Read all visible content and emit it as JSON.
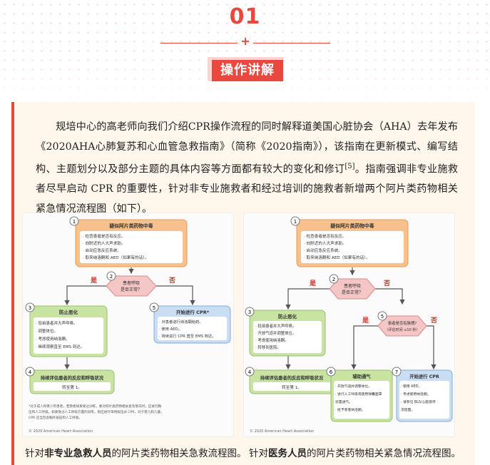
{
  "section": {
    "number": "01",
    "plus": "+",
    "title": "操作讲解"
  },
  "intro": {
    "part1": "规培中心的高老师向我们介绍CPR操作流程的同时解释道美国心脏协会（AHA）去年发布《2020AHA心肺复苏和心血管急救指南》（简称《2020指南》），该指南在更新模式、编写结构、主题划分以及部分主题的具体内容等方面都有较大的变化和修订",
    "ref": "[5]",
    "part2": "。指南强调非专业施救者尽早启动 CPR 的重要性，针对非专业施救者和经过培训的施救者新增两个阿片类药物相关紧急情况流程图（如下）。"
  },
  "colors": {
    "accent": "#e8483d",
    "orange": "#f7c08c",
    "pink": "#f4c6c6",
    "green": "#c9e3a3",
    "blue": "#c9ddf3"
  },
  "flow_left": {
    "n1": "1",
    "t1": "疑似阿片类药物中毒",
    "b1": [
      "· 检查患者是否有反应。",
      "· 向附近的人大声求助。",
      "· 启动应急反应系统。",
      "· 取来纳洛酮和 AED（如果有的话）。"
    ],
    "n2": "2",
    "q2": [
      "患者呼吸",
      "是否正常？"
    ],
    "yes": "是",
    "no": "否",
    "n3": "3",
    "t3": "防止恶化",
    "b3": [
      "· 轻拍患者并大声呼唤。",
      "· 调整体位。",
      "· 考虑使用纳洛酮。",
      "· 继续观察直至 EMS 到达。"
    ],
    "n4": "4",
    "t4": "持续评估患者的反应和呼吸状况",
    "s4": "转至第 1。",
    "n5": "5",
    "t5": "开始进行 CPR*",
    "b5": [
      "· 对患者进行纳洛酮给药。",
      "· 使用 AED。",
      "· 持续进行 CPR 直至 EMS 到达。"
    ],
    "foot": [
      "*对于成人和青少年患者，若救者如果受过训练，要对阿片类药物相关紧急情况时，应进行胸",
      "压和人工呼吸。如果受过人工呼吸方面的训练，则应进行单纯按压式 CPR，对于婴儿和儿童，",
      "CPR 应当包含胸外按压和人工呼吸。"
    ],
    "copy": "© 2020 American Heart Association"
  },
  "flow_right": {
    "n1": "1",
    "t1": "疑似阿片类药物中毒",
    "b1": [
      "· 检查患者是否有反应。",
      "· 向附近的人大声求助。",
      "· 启动应急反应系统。",
      "· 取来纳洛酮和 AED（如果有的话）。"
    ],
    "n2": "2",
    "q2": [
      "患者呼吸",
      "是否正常？"
    ],
    "yes": "是",
    "no": "否",
    "n3": "3",
    "t3": "防止恶化",
    "b3": [
      "· 轻拍患者并大声呼唤。",
      "· 开放气道并调整体位。",
      "· 考虑使用纳洛酮。",
      "· 转移到医院。"
    ],
    "n4": "4",
    "t4": "持续评估患者的反应和呼吸状况",
    "s4": "转至第 1。",
    "n5": "5",
    "q5": [
      "患者是否有脉搏?",
      "（评估时间 ≤10 秒）"
    ],
    "n6": "6",
    "t6": "辅助通气",
    "b6": [
      "· 开放气道并调整体位。",
      "· 进行人工呼吸或使用球囊面罩",
      "  装置通气。",
      "· 给予患者纳洛酮。"
    ],
    "n7": "7",
    "t7": "开始进行 CPR",
    "b7": [
      "· 使用 AED。",
      "· 考虑使用纳洛酮。",
      "· 请参见 BLS/心脏骤停",
      "  流程图。"
    ],
    "copy": "© 2020 American Heart Association"
  },
  "captions": {
    "left_pre": "针对",
    "left_bold": "非专业急救人员",
    "left_post": "的阿片类药物相关急救流程图。",
    "right_pre": "针对",
    "right_bold": "医务人员",
    "right_post": "的阿片类药物相关紧急情况流程图。"
  }
}
